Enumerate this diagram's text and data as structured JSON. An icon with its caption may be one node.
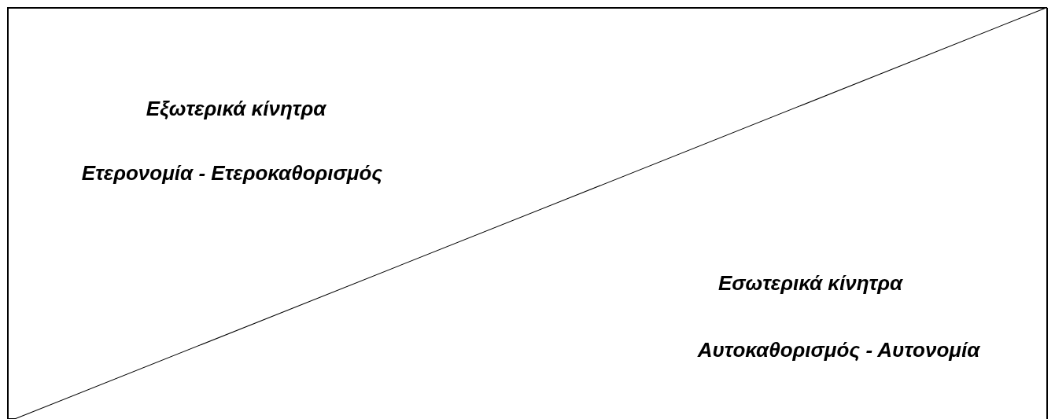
{
  "diagram": {
    "nodes": [
      {
        "text": [
          "Εξωτερικά κίνητρα",
          "Ετερονομία - Ετεροκαθορισμός"
        ]
      },
      {
        "text": [
          "Εσωτερικά κίνητρα",
          "Αυτοκαθορισμός - Αυτονομία"
        ]
      }
    ]
  }
}
